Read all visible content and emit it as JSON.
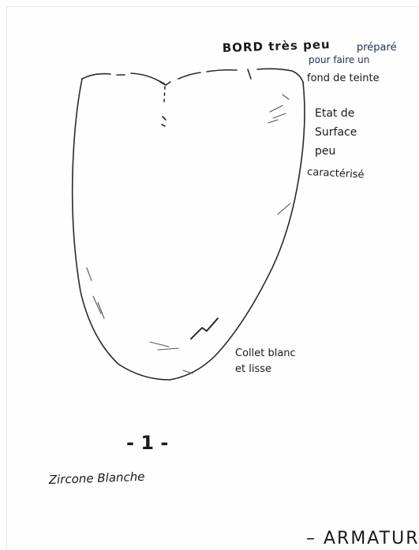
{
  "annotations": {
    "bord_line1": "BORD très peu",
    "bord_line1b": "préparé",
    "bord_line2": "pour faire un",
    "bord_line3": "fond de teinte",
    "etat_line1": "Etat de",
    "etat_line2": "Surface",
    "etat_line3": "peu",
    "etat_line4": "caractérisé",
    "collet_line1": "Collet blanc",
    "collet_line2": "et lisse"
  },
  "figure": {
    "number": "- 1 -",
    "caption": "Zircone Blanche"
  },
  "footer": {
    "partial_label": "– ARMATUR"
  },
  "colors": {
    "ink": "#1a1a1a",
    "ink_blue": "#23305a",
    "paper": "#fefefe"
  }
}
